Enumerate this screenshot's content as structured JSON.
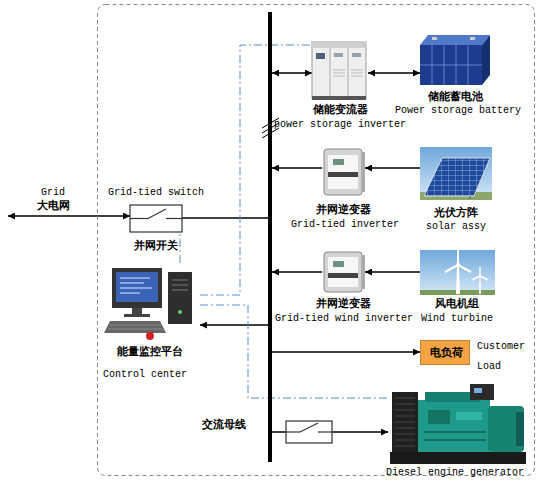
{
  "diagram": {
    "nodes": [
      {
        "text": [
          "储能变流器",
          "power storage inverter"
        ]
      },
      {
        "text": [
          "储能蓄电池",
          "Power storage battery"
        ]
      },
      {
        "text": [
          "并网逆变器",
          "Grid-tied inverter"
        ]
      },
      {
        "text": [
          "光伏方阵",
          "solar assy"
        ]
      },
      {
        "text": [
          "Grid",
          "大电网"
        ]
      },
      {
        "text": [
          "Grid-tied switch",
          "并网开关"
        ]
      },
      {
        "text": [
          "并网逆变器",
          "Grid-tied wind inverter"
        ]
      },
      {
        "text": [
          "风电机组",
          "Wind turbine"
        ]
      },
      {
        "text": [
          "能量监控平台",
          "Control center"
        ]
      },
      {
        "text": [
          "电负荷",
          "Customer Load"
        ]
      },
      {
        "text": [
          "交流母线"
        ]
      },
      {
        "text": [
          "Diesel engine generator"
        ]
      }
    ],
    "edges": [
      {
        "from": 10,
        "to": 0,
        "arrow": "both"
      },
      {
        "from": 0,
        "to": 1,
        "arrow": "both"
      },
      {
        "from": 3,
        "to": 2,
        "arrow": "to"
      },
      {
        "from": 2,
        "to": 10,
        "arrow": "to"
      },
      {
        "from": 4,
        "to": 5,
        "arrow": "both"
      },
      {
        "from": 5,
        "to": 10,
        "arrow": "none"
      },
      {
        "from": 7,
        "to": 6,
        "arrow": "to"
      },
      {
        "from": 6,
        "to": 10,
        "arrow": "to"
      },
      {
        "from": 10,
        "to": 8,
        "arrow": "to"
      },
      {
        "from": 10,
        "to": 9,
        "arrow": "to"
      },
      {
        "from": 10,
        "to": 11,
        "arrow": "to"
      },
      {
        "from": 8,
        "to": 5,
        "arrow": "none"
      },
      {
        "from": 8,
        "to": 0,
        "arrow": "none"
      },
      {
        "from": 8,
        "to": 11,
        "arrow": "none"
      }
    ]
  }
}
